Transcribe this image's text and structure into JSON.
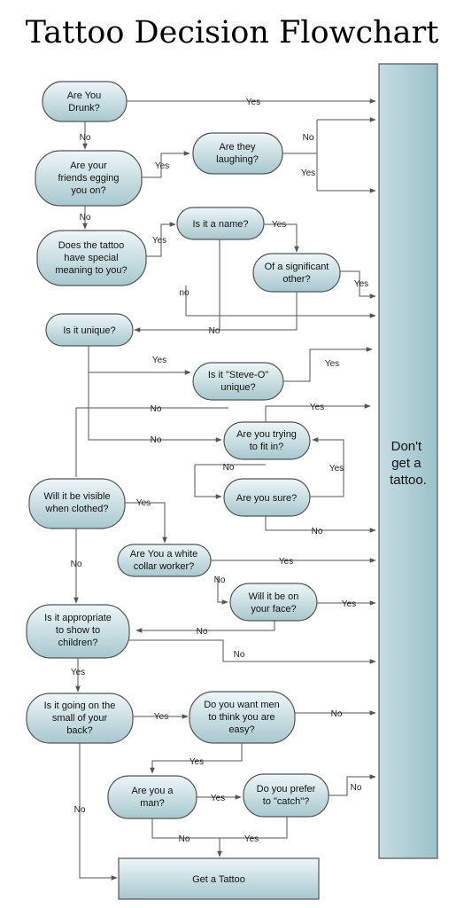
{
  "title": "Tattoo Decision Flowchart",
  "colors": {
    "node_top": "#e8f2f4",
    "node_bottom": "#a9c9cf",
    "bar_left": "#bcd8de",
    "bar_right": "#9fc3ca",
    "line": "#555555"
  },
  "sidebar": {
    "lines": [
      "Don't",
      "get a",
      "tattoo."
    ]
  },
  "end_box": {
    "label": "Get a Tattoo"
  },
  "nodes": {
    "drunk": [
      "Are You",
      "Drunk?"
    ],
    "egging": [
      "Are your",
      "friends egging",
      "you on?"
    ],
    "laughing": [
      "Are they",
      "laughing?"
    ],
    "meaning": [
      "Does the tattoo",
      "have special",
      "meaning to you?"
    ],
    "name": [
      "Is it a name?"
    ],
    "significant": [
      "Of a significant",
      "other?"
    ],
    "unique": [
      "Is it unique?"
    ],
    "steveo": [
      "Is it \"Steve-O\"",
      "unique?"
    ],
    "fitin": [
      "Are you trying",
      "to fit in?"
    ],
    "sure": [
      "Are you sure?"
    ],
    "visible": [
      "Will it be visible",
      "when clothed?"
    ],
    "whitecollar": [
      "Are You a white",
      "collar worker?"
    ],
    "face": [
      "Will it be on",
      "your face?"
    ],
    "children": [
      "Is it appropriate",
      "to show to",
      "children?"
    ],
    "small": [
      "Is it going on the",
      "small of your",
      "back?"
    ],
    "easy": [
      "Do you want men",
      "to think you are",
      "easy?"
    ],
    "man": [
      "Are you a",
      "man?"
    ],
    "catch": [
      "Do you prefer",
      "to \"catch\"?"
    ]
  },
  "edge_labels": {
    "drunk_yes": "Yes",
    "drunk_no": "No",
    "egging_yes": "Yes",
    "egging_no": "No",
    "laughing_no": "No",
    "laughing_yes": "Yes",
    "meaning_yes": "Yes",
    "meaning_no": "no",
    "name_yes": "Yes",
    "name_no": "No",
    "significant_yes": "Yes",
    "unique_yes": "Yes",
    "unique_no1": "No",
    "unique_no2": "No",
    "steveo_yes": "Yes",
    "fitin_yes": "Yes",
    "fitin_no": "No",
    "sure_yes": "Yes",
    "sure_no": "No",
    "visible_yes": "Yes",
    "visible_no": "No",
    "white_yes": "Yes",
    "white_no": "No",
    "face_yes": "Yes",
    "face_no": "No",
    "children_no": "No",
    "children_yes": "Yes",
    "small_yes": "Yes",
    "small_no": "No",
    "easy_no": "No",
    "easy_yes": "Yes",
    "man_yes": "Yes",
    "man_no": "No",
    "catch_no": "No",
    "catch_yes": "Yes"
  }
}
